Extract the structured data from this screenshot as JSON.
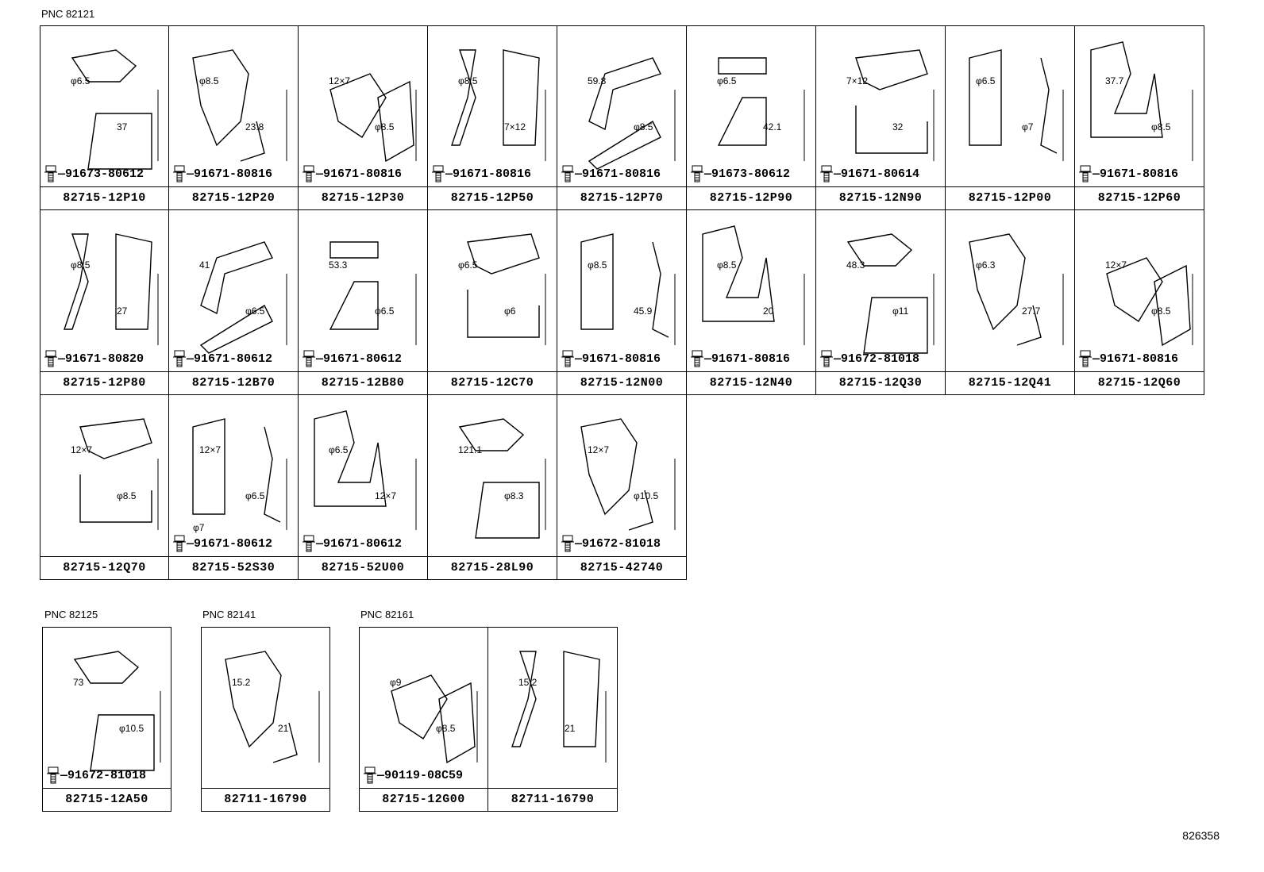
{
  "groups": [
    {
      "pnc": "PNC 82121"
    },
    {
      "pnc": "PNC 82125"
    },
    {
      "pnc": "PNC 82141"
    },
    {
      "pnc": "PNC 82161"
    }
  ],
  "rows": [
    [
      {
        "part": "82715-12P10",
        "bolt": "91673-80612",
        "dims": [
          "φ6.5",
          "37"
        ]
      },
      {
        "part": "82715-12P20",
        "bolt": "91671-80816",
        "dims": [
          "φ8.5",
          "23.8"
        ]
      },
      {
        "part": "82715-12P30",
        "bolt": "91671-80816",
        "dims": [
          "12×7",
          "φ8.5"
        ]
      },
      {
        "part": "82715-12P50",
        "bolt": "91671-80816",
        "dims": [
          "φ8.5",
          "7×12"
        ]
      },
      {
        "part": "82715-12P70",
        "bolt": "91671-80816",
        "dims": [
          "59.8",
          "φ8.5"
        ]
      },
      {
        "part": "82715-12P90",
        "bolt": "91673-80612",
        "dims": [
          "φ6.5",
          "42.1"
        ]
      },
      {
        "part": "82715-12N90",
        "bolt": "91671-80614",
        "dims": [
          "7×12",
          "32"
        ]
      },
      {
        "part": "82715-12P00",
        "bolt": "",
        "dims": [
          "φ6.5",
          "φ7"
        ]
      },
      {
        "part": "82715-12P60",
        "bolt": "91671-80816",
        "dims": [
          "37.7",
          "φ8.5"
        ]
      }
    ],
    [
      {
        "part": "82715-12P80",
        "bolt": "91671-80820",
        "dims": [
          "φ8.5",
          "27"
        ]
      },
      {
        "part": "82715-12B70",
        "bolt": "91671-80612",
        "dims": [
          "41",
          "φ6.5"
        ]
      },
      {
        "part": "82715-12B80",
        "bolt": "91671-80612",
        "dims": [
          "53.3",
          "φ6.5"
        ]
      },
      {
        "part": "82715-12C70",
        "bolt": "",
        "dims": [
          "φ6.5",
          "φ6"
        ]
      },
      {
        "part": "82715-12N00",
        "bolt": "91671-80816",
        "dims": [
          "φ8.5",
          "45.9"
        ]
      },
      {
        "part": "82715-12N40",
        "bolt": "91671-80816",
        "dims": [
          "φ8.5",
          "20"
        ]
      },
      {
        "part": "82715-12Q30",
        "bolt": "91672-81018",
        "dims": [
          "48.3",
          "φ11"
        ]
      },
      {
        "part": "82715-12Q41",
        "bolt": "",
        "dims": [
          "φ6.3",
          "27.7"
        ]
      },
      {
        "part": "82715-12Q60",
        "bolt": "91671-80816",
        "dims": [
          "12×7",
          "φ8.5"
        ]
      }
    ],
    [
      {
        "part": "82715-12Q70",
        "bolt": "",
        "dims": [
          "12×7",
          "φ8.5"
        ]
      },
      {
        "part": "82715-52S30",
        "bolt": "91671-80612",
        "dims": [
          "12×7",
          "φ6.5",
          "φ7"
        ]
      },
      {
        "part": "82715-52U00",
        "bolt": "91671-80612",
        "dims": [
          "φ6.5",
          "12×7"
        ]
      },
      {
        "part": "82715-28L90",
        "bolt": "",
        "dims": [
          "121.1",
          "φ8.3"
        ]
      },
      {
        "part": "82715-42740",
        "bolt": "91672-81018",
        "dims": [
          "12×7",
          "φ10.5"
        ]
      }
    ]
  ],
  "lower": [
    {
      "part": "82715-12A50",
      "bolt": "91672-81018",
      "dims": [
        "73",
        "φ10.5"
      ]
    },
    {
      "part": "82711-16790",
      "bolt": "",
      "dims": [
        "15.2",
        "21"
      ]
    },
    {
      "part": "82715-12G00",
      "bolt": "90119-08C59",
      "dims": [
        "φ9",
        "φ8.5"
      ]
    },
    {
      "part": "82711-16790",
      "bolt": "",
      "dims": [
        "15.2",
        "21"
      ]
    }
  ],
  "ref": "826358"
}
